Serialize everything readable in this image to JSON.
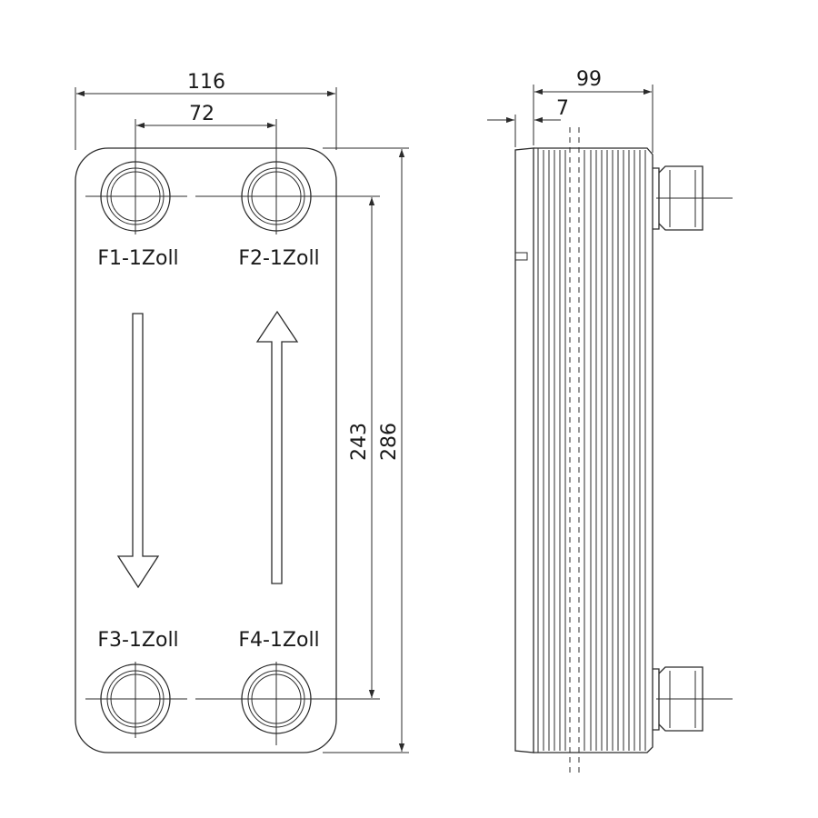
{
  "dimensions": {
    "overall_width": "116",
    "port_spacing_horizontal": "72",
    "port_spacing_vertical": "243",
    "overall_height": "286",
    "depth": "99",
    "end_plate": "7"
  },
  "ports": [
    {
      "label": "F1-1Zoll"
    },
    {
      "label": "F2-1Zoll"
    },
    {
      "label": "F3-1Zoll"
    },
    {
      "label": "F4-1Zoll"
    }
  ]
}
